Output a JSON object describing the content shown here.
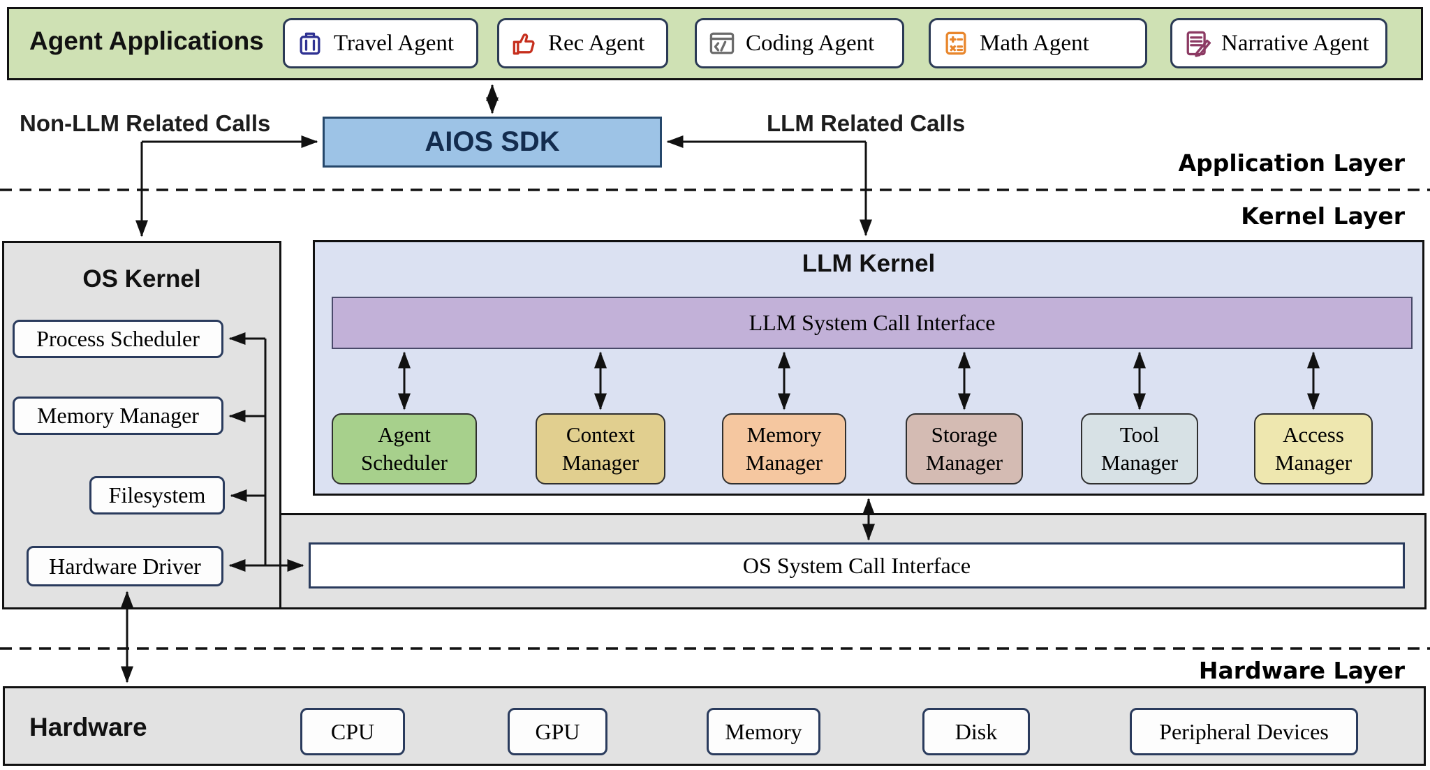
{
  "app_bar": {
    "title": "Agent Applications",
    "background": "#cfe1b4",
    "agents": [
      {
        "label": "Travel Agent",
        "icon": "suitcase-icon",
        "color": "#2e3192"
      },
      {
        "label": "Rec Agent",
        "icon": "thumbs-up-icon",
        "color": "#c62f1d"
      },
      {
        "label": "Coding Agent",
        "icon": "code-window-icon",
        "color": "#6b6b6b"
      },
      {
        "label": "Math Agent",
        "icon": "calculator-icon",
        "color": "#e8862c"
      },
      {
        "label": "Narrative Agent",
        "icon": "document-pen-icon",
        "color": "#8c3a63"
      }
    ]
  },
  "sdk": {
    "label": "AIOS SDK",
    "background": "#9dc3e6"
  },
  "calls": {
    "non_llm_label": "Non-LLM Related Calls",
    "llm_label": "LLM Related Calls"
  },
  "layer_labels": {
    "application": "Application Layer",
    "kernel": "Kernel Layer",
    "hardware": "Hardware Layer"
  },
  "os_kernel": {
    "title": "OS Kernel",
    "components": [
      {
        "label": "Process Scheduler"
      },
      {
        "label": "Memory Manager"
      },
      {
        "label": "Filesystem"
      },
      {
        "label": "Hardware Driver"
      }
    ]
  },
  "llm_kernel": {
    "title": "LLM Kernel",
    "background": "#dbe1f2",
    "interface_label": "LLM System Call Interface",
    "interface_background": "#c2b1d8",
    "managers": [
      {
        "line1": "Agent",
        "line2": "Scheduler",
        "color": "#a7d08c"
      },
      {
        "line1": "Context",
        "line2": "Manager",
        "color": "#e1cf8f"
      },
      {
        "line1": "Memory",
        "line2": "Manager",
        "color": "#f5c7a0"
      },
      {
        "line1": "Storage",
        "line2": "Manager",
        "color": "#d4bbb3"
      },
      {
        "line1": "Tool",
        "line2": "Manager",
        "color": "#d7e1e5"
      },
      {
        "line1": "Access",
        "line2": "Manager",
        "color": "#eee7af"
      }
    ]
  },
  "os_interface": {
    "label": "OS System Call Interface"
  },
  "hardware": {
    "title": "Hardware",
    "devices": [
      {
        "label": "CPU"
      },
      {
        "label": "GPU"
      },
      {
        "label": "Memory"
      },
      {
        "label": "Disk"
      },
      {
        "label": "Peripheral Devices"
      }
    ]
  }
}
